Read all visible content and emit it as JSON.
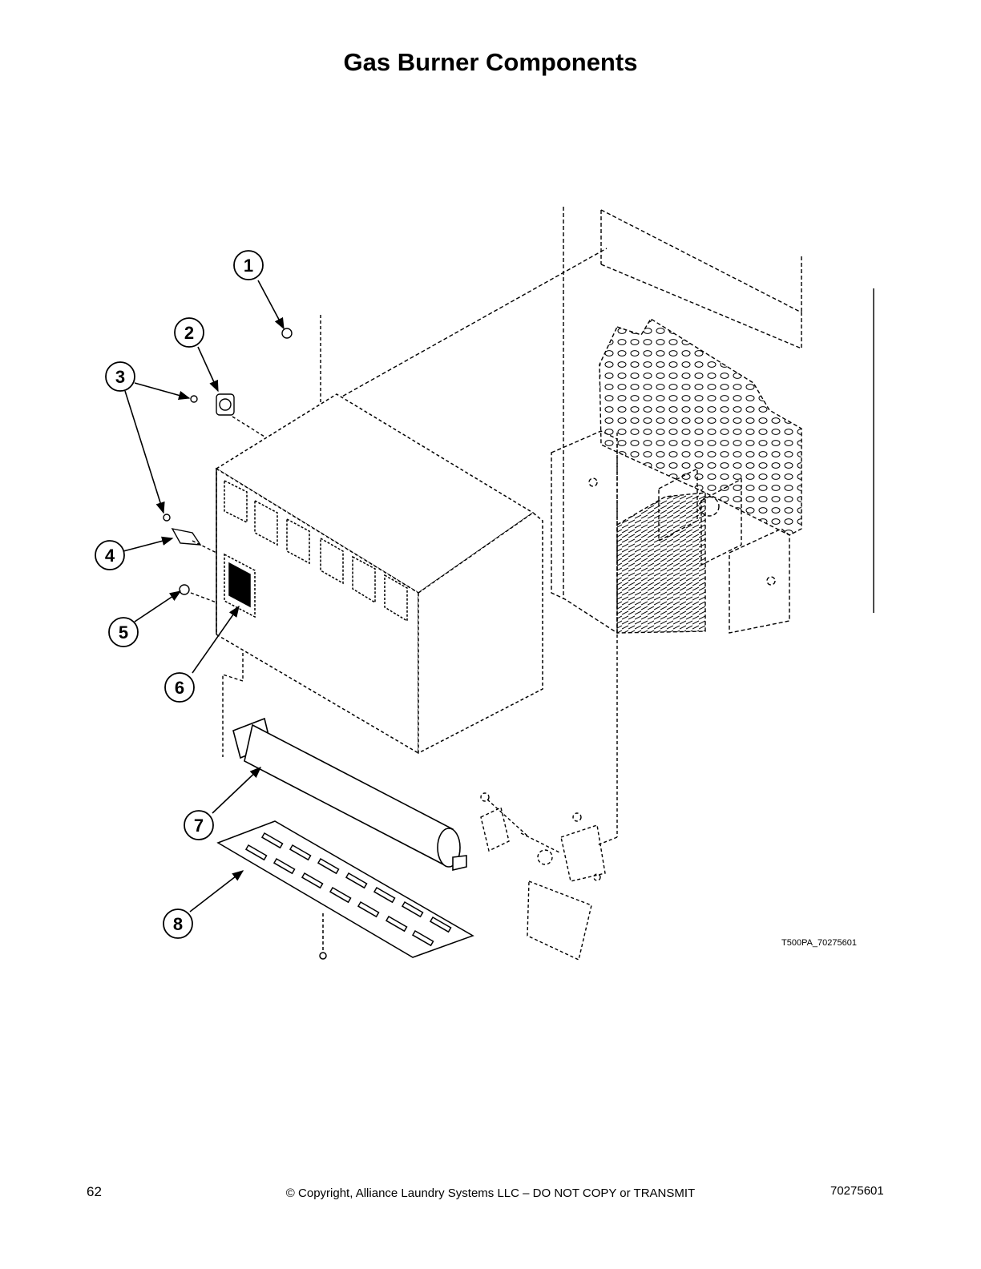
{
  "title": "Gas Burner Components",
  "callouts": [
    "1",
    "2",
    "3",
    "4",
    "5",
    "6",
    "7",
    "8"
  ],
  "figure_id": "T500PA_70275601",
  "footer": {
    "page_number": "62",
    "copyright": "© Copyright, Alliance Laundry Systems LLC – DO NOT COPY or TRANSMIT",
    "document_number": "70275601"
  }
}
